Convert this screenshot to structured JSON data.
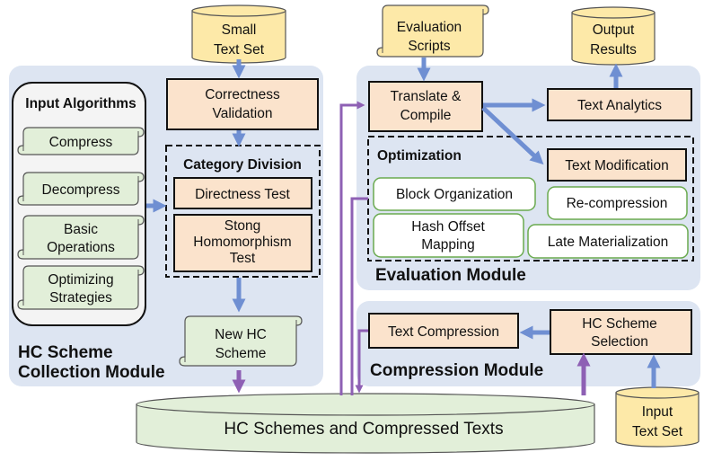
{
  "inputs": {
    "small_text_set": [
      "Small",
      "Text Set"
    ],
    "evaluation_scripts": [
      "Evaluation",
      "Scripts"
    ],
    "input_text_set": [
      "Input",
      "Text Set"
    ]
  },
  "outputs": {
    "output_results": [
      "Output",
      "Results"
    ]
  },
  "collection_module": {
    "title": [
      "HC Scheme",
      "Collection Module"
    ],
    "input_algorithms": {
      "title": "Input Algorithms",
      "items": [
        [
          "Compress"
        ],
        [
          "Decompress"
        ],
        [
          "Basic",
          "Operations"
        ],
        [
          "Optimizing",
          "Strategies"
        ]
      ]
    },
    "correctness_validation": [
      "Correctness",
      "Validation"
    ],
    "category_division": {
      "title": "Category Division",
      "directness_test": [
        "Directness Test"
      ],
      "homomorphism_test": [
        "Stong",
        "Homomorphism",
        "Test"
      ]
    },
    "new_scheme": [
      "New HC",
      "Scheme"
    ]
  },
  "evaluation_module": {
    "title": "Evaluation Module",
    "translate_compile": [
      "Translate &",
      "Compile"
    ],
    "text_analytics": [
      "Text Analytics"
    ],
    "text_modification": [
      "Text Modification"
    ],
    "optimization": {
      "title": "Optimization",
      "block_organization": [
        "Block Organization"
      ],
      "re_compression": [
        "Re-compression"
      ],
      "hash_offset_mapping": [
        "Hash Offset",
        "Mapping"
      ],
      "late_materialization": [
        "Late Materialization"
      ]
    }
  },
  "compression_module": {
    "title": "Compression Module",
    "text_compression": [
      "Text Compression"
    ],
    "scheme_selection": [
      "HC Scheme",
      "Selection"
    ]
  },
  "storage": {
    "label": [
      "HC Schemes and Compressed Texts"
    ]
  },
  "colors": {
    "module_bg": "#dde5f2",
    "process_fill": "#fbe3cc",
    "algorithm_fill": "#e2efd9",
    "input_fill": "#fde9a8",
    "storage_fill": "#e2efd9",
    "blue_arrow": "#6f8fd2",
    "purple_arrow": "#8e60b4",
    "optimization_border": "#6aaa4f"
  }
}
